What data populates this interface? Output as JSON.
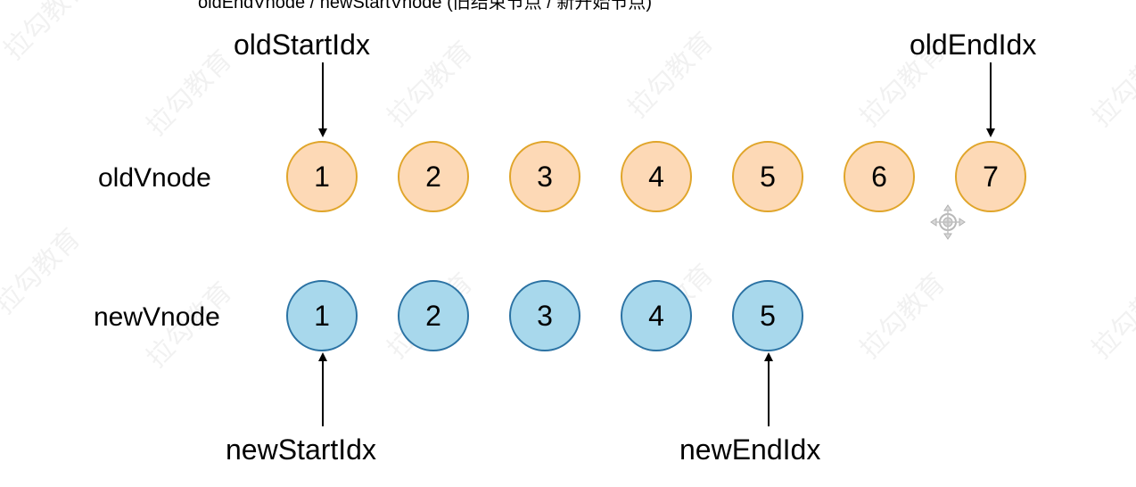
{
  "caption": "oldEndVnode / newStartVnode (旧结束节点 / 新开始节点)",
  "watermark": "拉勾教育",
  "pointers": {
    "old_start": "oldStartIdx",
    "old_end": "oldEndIdx",
    "new_start": "newStartIdx",
    "new_end": "newEndIdx"
  },
  "rows": {
    "old_label": "oldVnode",
    "new_label": "newVnode"
  },
  "old_nodes": [
    "1",
    "2",
    "3",
    "4",
    "5",
    "6",
    "7"
  ],
  "new_nodes": [
    "1",
    "2",
    "3",
    "4",
    "5"
  ],
  "colors": {
    "old_fill": "#fdd9b6",
    "old_stroke": "#e0a52a",
    "new_fill": "#a8d8ec",
    "new_stroke": "#2b72a3"
  },
  "icons": {
    "move": "move-cursor-icon"
  }
}
